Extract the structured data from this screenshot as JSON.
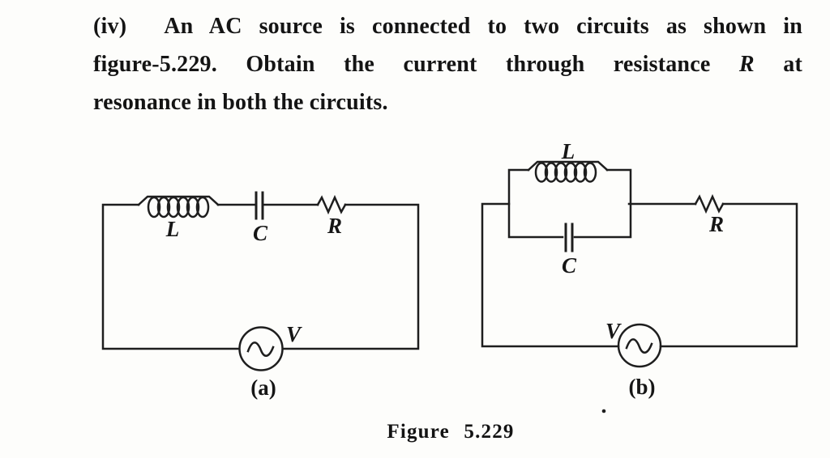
{
  "colors": {
    "ink": "#1e1e1e",
    "paper": "#fdfdfb"
  },
  "problem": {
    "item_number": "(iv)",
    "line1": "An AC source is connected to two circuits as shown in",
    "line2_before_var": "figure-5.229. Obtain the current through resistance",
    "line2_var": "R",
    "line2_after_var": "at",
    "line3": "resonance in both the circuits."
  },
  "figure": {
    "caption": "Figure 5.229",
    "circuit_a": {
      "sublabel": "(a)",
      "inductor_label": "L",
      "capacitor_label": "C",
      "resistor_label": "R",
      "source_label": "V"
    },
    "circuit_b": {
      "sublabel": "(b)",
      "inductor_label": "L",
      "capacitor_label": "C",
      "resistor_label": "R",
      "source_label": "V"
    }
  }
}
